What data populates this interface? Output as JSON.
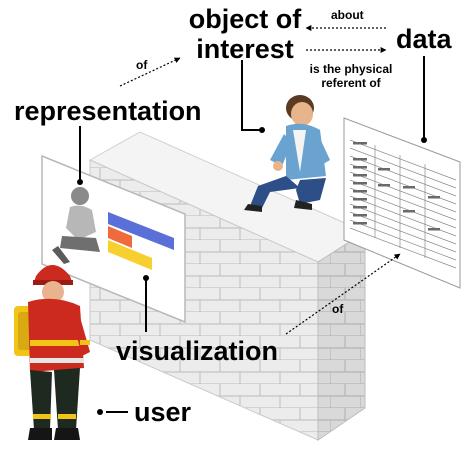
{
  "labels": {
    "object_of_interest_line1": "object of",
    "object_of_interest_line2": "interest",
    "data": "data",
    "representation": "representation",
    "visualization": "visualization",
    "user": "user",
    "about": "about",
    "is_physical_referent_line1": "is the physical",
    "is_physical_referent_line2": "referent of",
    "of_top": "of",
    "of_bottom": "of"
  },
  "colors": {
    "wall": "#e9e9e9",
    "wall_side": "#d3d3d3",
    "bar_blue": "#5b6fd8",
    "bar_orange": "#ef6a3c",
    "bar_yellow": "#f7cf2e",
    "firefighter_red": "#cc2a1f",
    "jacket_yellow": "#f2c418",
    "person_shirt": "#6aa3cf",
    "person_jeans": "#2d4e86"
  },
  "icons": {
    "wall": "brick-wall-icon",
    "person": "seated-person-icon",
    "user": "firefighter-icon",
    "data_sheet": "data-table-sheet-icon"
  }
}
